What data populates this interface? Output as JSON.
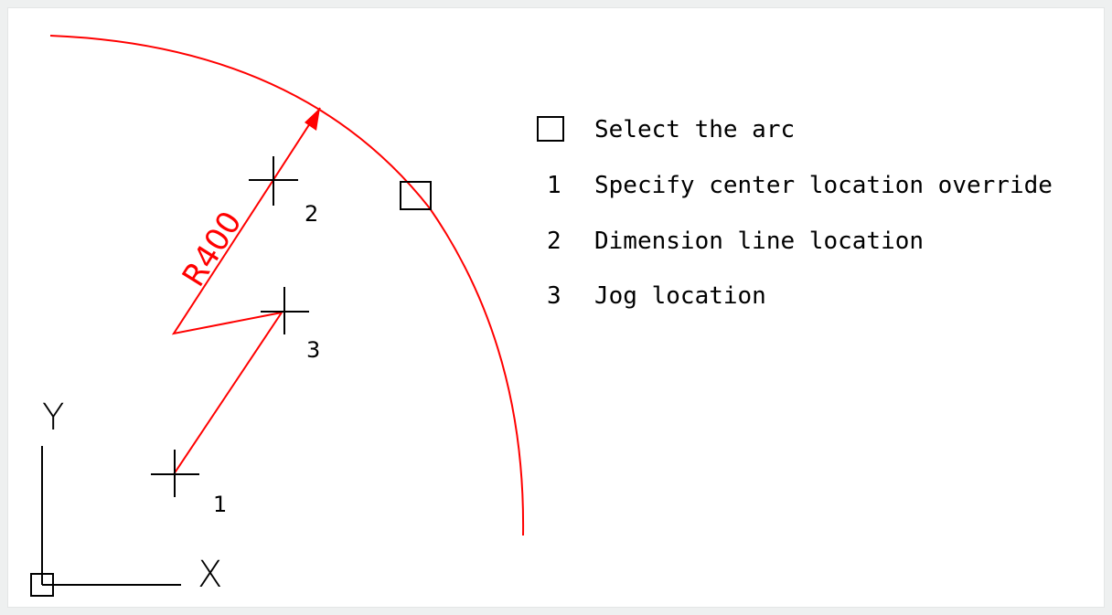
{
  "colors": {
    "background": "#eef0f0",
    "canvas": "#ffffff",
    "dimension": "#ff0000",
    "geometry": "#000000"
  },
  "dimension": {
    "label": "R400"
  },
  "ucs": {
    "x_label": "X",
    "y_label": "Y"
  },
  "points": {
    "p1": "1",
    "p2": "2",
    "p3": "3"
  },
  "legend": {
    "select_icon": "square-icon",
    "select_label": "Select the arc",
    "items": [
      {
        "num": "1",
        "label": "Specify center location override"
      },
      {
        "num": "2",
        "label": "Dimension line location"
      },
      {
        "num": "3",
        "label": "Jog location"
      }
    ]
  }
}
